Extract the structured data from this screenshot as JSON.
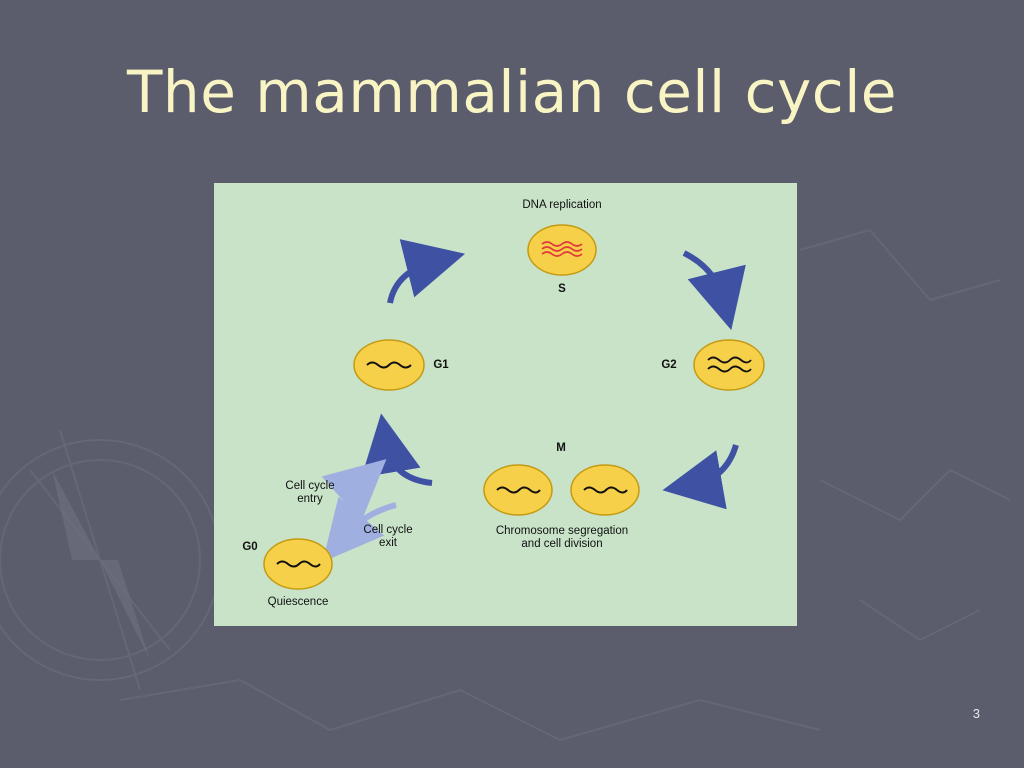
{
  "slide": {
    "title": "The mammalian cell cycle",
    "page_number": "3"
  },
  "diagram": {
    "s_phase": {
      "caption": "DNA replication",
      "label": "S"
    },
    "g2_phase": {
      "label": "G2"
    },
    "m_phase": {
      "label": "M",
      "caption": "Chromosome segregation\nand cell division"
    },
    "g1_phase": {
      "label": "G1"
    },
    "g0_phase": {
      "label": "G0",
      "caption": "Quiescence"
    },
    "cell_cycle_entry": "Cell cycle\nentry",
    "cell_cycle_exit": "Cell cycle\nexit"
  },
  "colors": {
    "background": "#5b5c6c",
    "title": "#f8f4c4",
    "figure_bg": "#c9e3c9",
    "arrow": "#3f51a3",
    "light_arrow": "#9fb0e0",
    "cell_fill": "#f7d04a",
    "cell_stroke": "#c49a12",
    "dna_replicating": "#e03a3a"
  }
}
